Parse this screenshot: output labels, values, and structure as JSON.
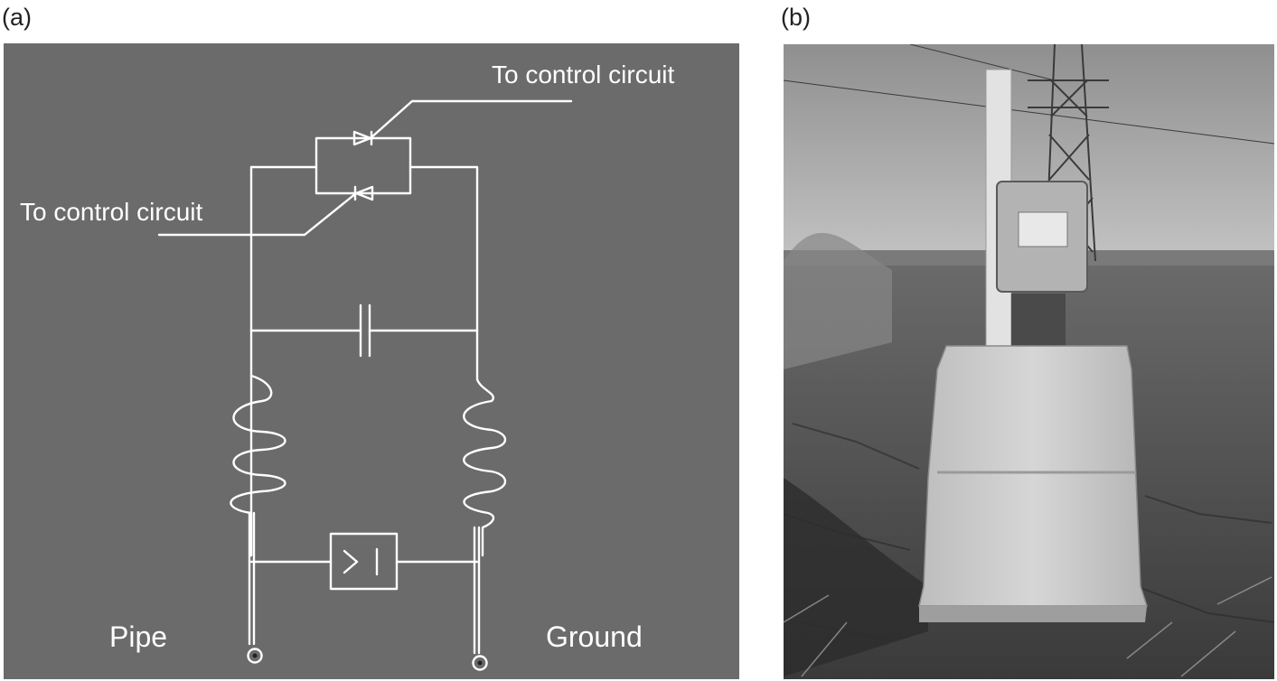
{
  "figure": {
    "panel_a": {
      "label": "(a)",
      "control_label_top": "To control circuit",
      "control_label_left": "To control circuit",
      "pipe_label": "Pipe",
      "ground_label": "Ground"
    },
    "panel_b": {
      "label": "(b)"
    }
  },
  "colors": {
    "diagram_background": "#6b6b6b",
    "wire": "#ffffff"
  },
  "icons": {
    "thyristor": "thyristor-symbol",
    "capacitor": "capacitor-symbol",
    "inductor": "inductor-coil-symbol",
    "surge_device": "surge-arrester-symbol",
    "terminal": "terminal-circle-symbol"
  }
}
